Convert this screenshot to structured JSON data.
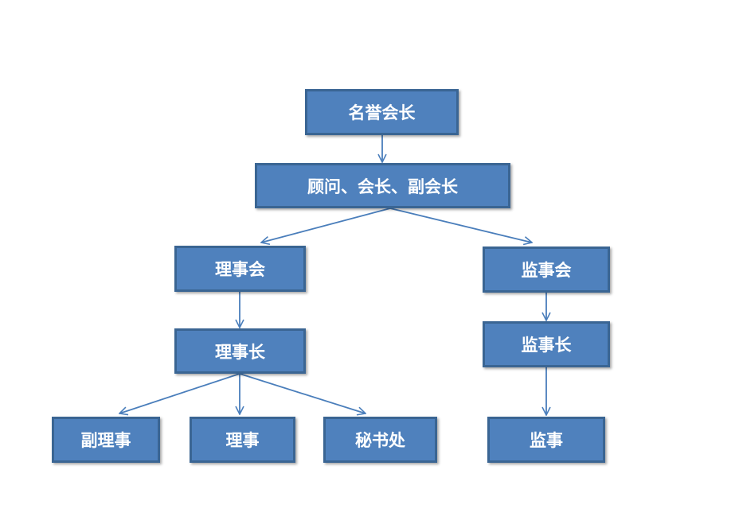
{
  "diagram": {
    "nodes": [
      {
        "id": "honorary-president",
        "label": "名誉会长"
      },
      {
        "id": "advisors-presidents",
        "label": "顾问、会长、副会长"
      },
      {
        "id": "council",
        "label": "理事会"
      },
      {
        "id": "supervisory-board",
        "label": "监事会"
      },
      {
        "id": "council-chair",
        "label": "理事长"
      },
      {
        "id": "supervisory-chair",
        "label": "监事长"
      },
      {
        "id": "vice-director",
        "label": "副理事"
      },
      {
        "id": "director",
        "label": "理事"
      },
      {
        "id": "secretariat",
        "label": "秘书处"
      },
      {
        "id": "supervisor",
        "label": "监事"
      }
    ],
    "edges": [
      {
        "from": "honorary-president",
        "to": "advisors-presidents"
      },
      {
        "from": "advisors-presidents",
        "to": "council"
      },
      {
        "from": "advisors-presidents",
        "to": "supervisory-board"
      },
      {
        "from": "council",
        "to": "council-chair"
      },
      {
        "from": "council-chair",
        "to": "vice-director"
      },
      {
        "from": "council-chair",
        "to": "director"
      },
      {
        "from": "council-chair",
        "to": "secretariat"
      },
      {
        "from": "supervisory-board",
        "to": "supervisory-chair"
      },
      {
        "from": "supervisory-chair",
        "to": "supervisor"
      }
    ],
    "colors": {
      "node_fill": "#4f81bd",
      "node_border": "#3a6593",
      "node_text": "#ffffff",
      "edge": "#4a7ebb"
    }
  }
}
